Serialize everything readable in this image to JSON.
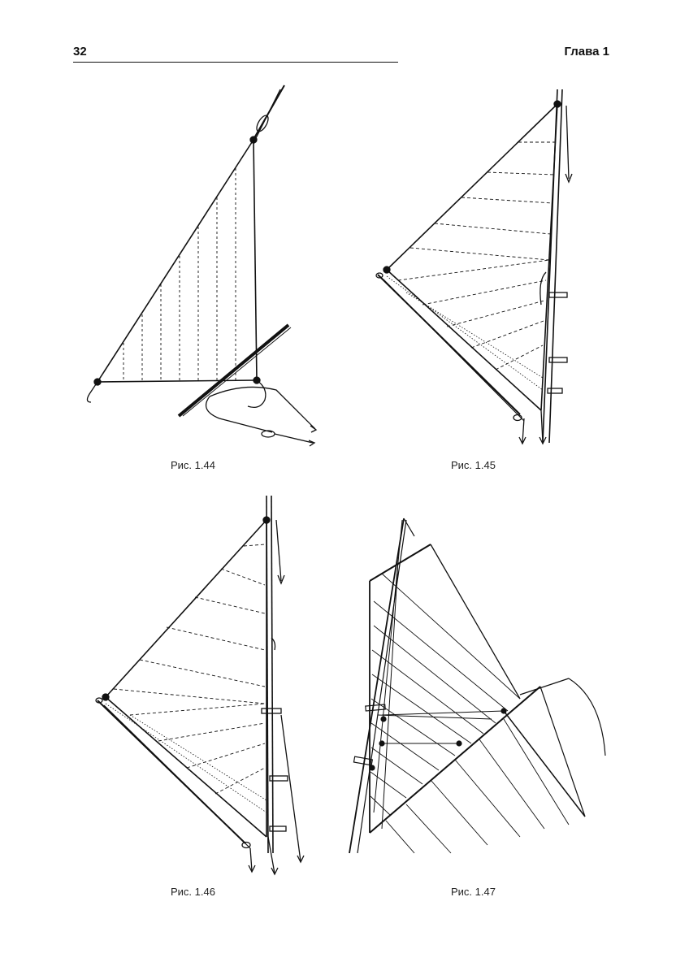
{
  "header": {
    "page_number": "32",
    "chapter": "Глава 1"
  },
  "figures": [
    {
      "caption": "Рис. 1.44"
    },
    {
      "caption": "Рис. 1.45"
    },
    {
      "caption": "Рис. 1.46"
    },
    {
      "caption": "Рис. 1.47"
    }
  ]
}
